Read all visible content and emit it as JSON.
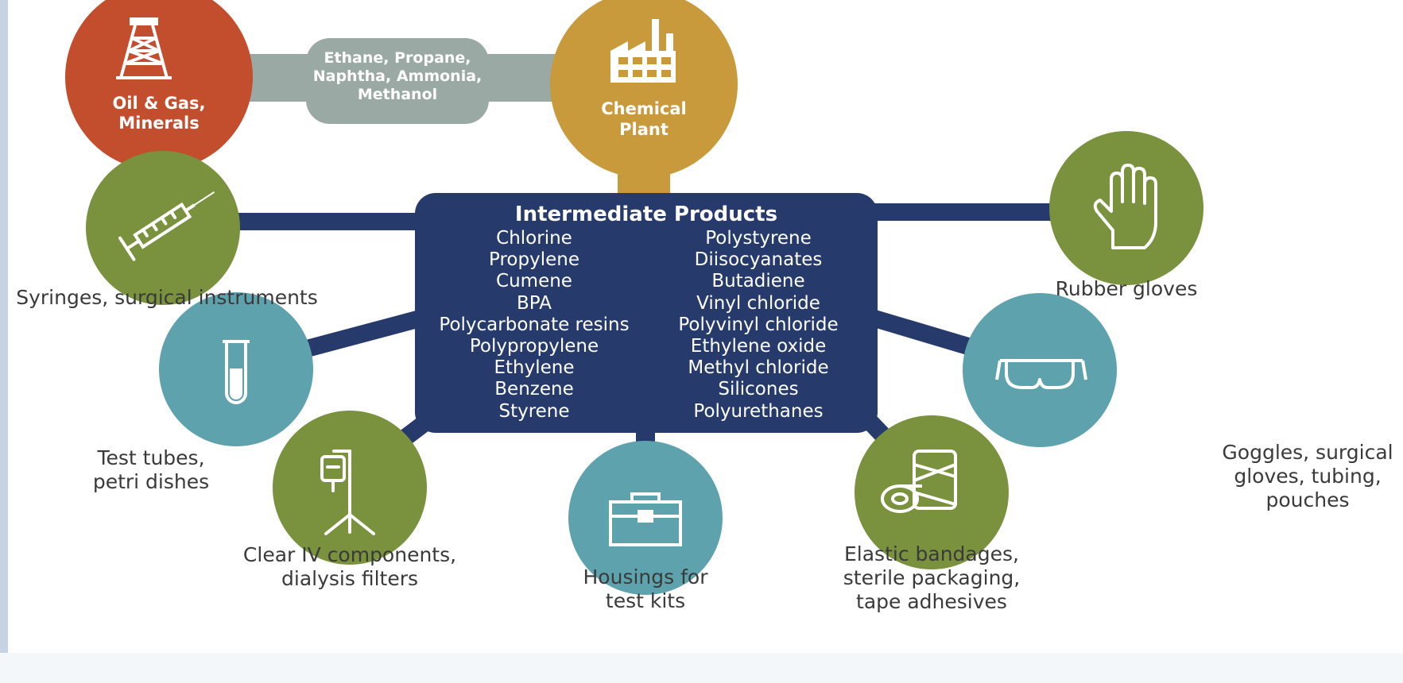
{
  "source": {
    "label": "Oil & Gas,\nMinerals",
    "icon": "oil-derrick-icon",
    "color": "#c24e2e"
  },
  "feedstock": {
    "label": "Ethane, Propane,\nNaphtha, Ammonia,\nMethanol",
    "color": "#9ba9a4"
  },
  "plant": {
    "label": "Chemical\nPlant",
    "icon": "factory-icon",
    "color": "#c99a3c"
  },
  "intermediate": {
    "title": "Intermediate Products",
    "color": "#263a6b",
    "left": [
      "Chlorine",
      "Propylene",
      "Cumene",
      "BPA",
      "Polycarbonate resins",
      "Polypropylene",
      "Ethylene",
      "Benzene",
      "Styrene"
    ],
    "right": [
      "Polystyrene",
      "Diisocyanates",
      "Butadiene",
      "Vinyl chloride",
      "Polyvinyl chloride",
      "Ethylene oxide",
      "Methyl chloride",
      "Silicones",
      "Polyurethanes"
    ]
  },
  "products": {
    "syringes": {
      "label": "Syringes, surgical instruments",
      "icon": "syringe-icon",
      "color": "#7a913e"
    },
    "test_tubes": {
      "label": "Test tubes,\npetri dishes",
      "icon": "test-tube-icon",
      "color": "#5da2ad"
    },
    "iv": {
      "label": "Clear IV components,\ndialysis filters",
      "icon": "iv-stand-icon",
      "color": "#7a913e"
    },
    "housings": {
      "label": "Housings for\ntest kits",
      "icon": "toolbox-icon",
      "color": "#5da2ad"
    },
    "bandages": {
      "label": "Elastic bandages,\nsterile packaging,\ntape adhesives",
      "icon": "bandage-icon",
      "color": "#7a913e"
    },
    "goggles": {
      "label": "Goggles, surgical\ngloves, tubing,\npouches",
      "icon": "goggles-icon",
      "color": "#5da2ad"
    },
    "gloves": {
      "label": "Rubber gloves",
      "icon": "glove-icon",
      "color": "#7a913e"
    }
  }
}
